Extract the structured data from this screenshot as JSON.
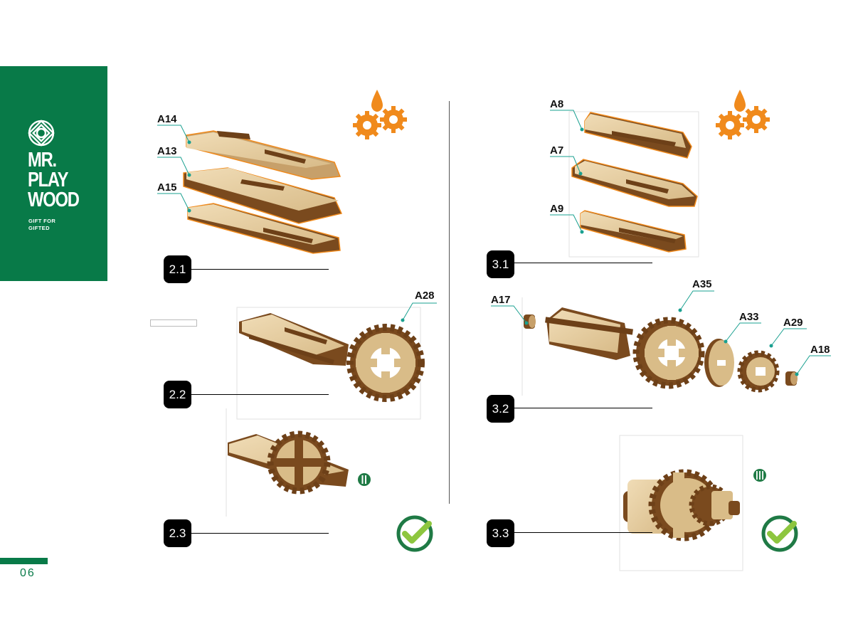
{
  "brand": {
    "name_lines": [
      "MR.",
      "PLAY",
      "WOOD"
    ],
    "tagline_lines": [
      "GIFT FOR",
      "GIFTED"
    ],
    "color": "#087a48"
  },
  "page": {
    "number": "06"
  },
  "steps": [
    {
      "label": "2.1",
      "parts": [
        "A14",
        "A13",
        "A15"
      ]
    },
    {
      "label": "2.2",
      "parts": [
        "A28"
      ]
    },
    {
      "label": "2.3",
      "parts": []
    },
    {
      "label": "3.1",
      "parts": [
        "A8",
        "A7",
        "A9"
      ]
    },
    {
      "label": "3.2",
      "parts": [
        "A17",
        "A35",
        "A33",
        "A29",
        "A18"
      ]
    },
    {
      "label": "3.3",
      "parts": []
    }
  ],
  "icons": {
    "oil_gears": "oil-drop-gears-icon",
    "checkmark": "check-circle-icon",
    "assembly_ii": "roman-two-badge-icon",
    "assembly_iii": "roman-three-badge-icon"
  },
  "colors": {
    "accent_orange": "#f08a1c",
    "check_green": "#1f7a45",
    "check_lime": "#8dc63f",
    "wood_light": "#e6cfa6",
    "wood_dark": "#7a4a1e",
    "leader_teal": "#1aa090"
  }
}
